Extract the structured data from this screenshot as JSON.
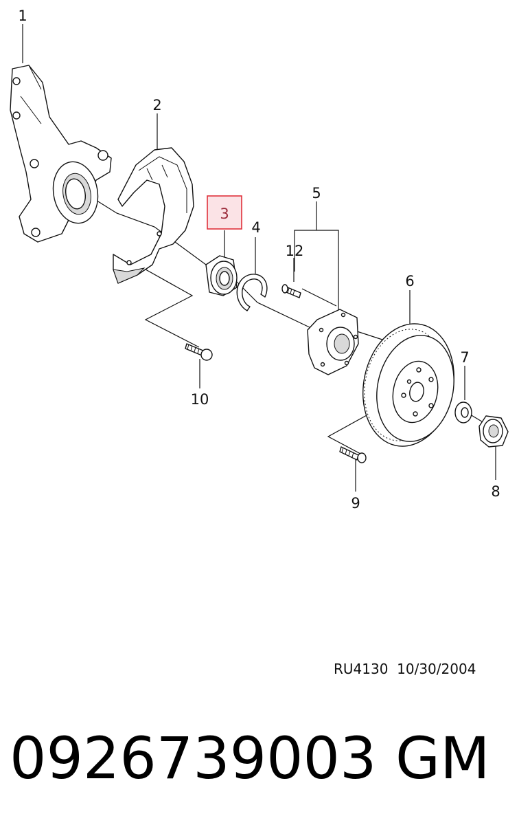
{
  "callouts": {
    "c1": "1",
    "c2": "2",
    "c3": "3",
    "c4": "4",
    "c5": "5",
    "c6": "6",
    "c7": "7",
    "c8": "8",
    "c9": "9",
    "c10": "10",
    "c12": "12"
  },
  "highlight": {
    "callout": "3",
    "fill": "#fbe3e6",
    "stroke": "#e0303a"
  },
  "drawing_ref": "RU4130  10/30/2004",
  "footer": {
    "part_number": "0926739003",
    "brand": "GM"
  }
}
